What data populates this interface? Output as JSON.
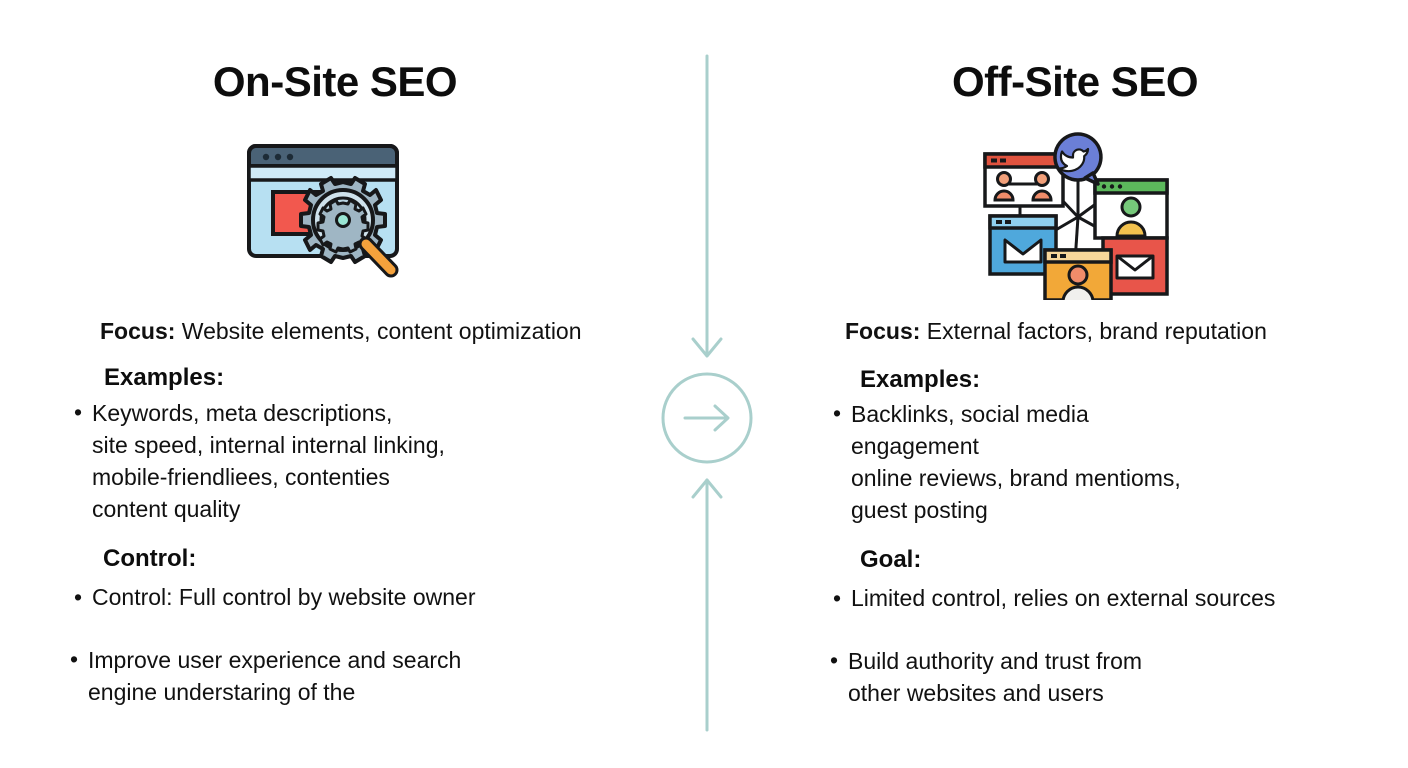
{
  "left_column": {
    "title": "On-Site SEO",
    "icon": "browser-gear-magnifier-icon",
    "focus_label": "Focus:",
    "focus_value": "Website elements, content optimization",
    "examples_label": "Examples:",
    "examples_text": "Keywords,          meta descriptions,\nsite speed, internal internal linking,\nmobile-friendliees, contenties\ncontent quality",
    "control_label": "Control:",
    "control_text": "Control: Full control by website owner",
    "outcome_text": "Improve user experience and search\nengine understaring of the",
    "bullet_glyph": "•"
  },
  "right_column": {
    "title": "Off-Site SEO",
    "icon": "social-network-windows-icon",
    "focus_label": "Focus:",
    "focus_value": "External factors, brand reputation",
    "examples_label": "Examples:",
    "examples_text": "Backlinks, social media\nengagement\nonline reviews, brand mentioms,\nguest posting",
    "goal_label": "Goal:",
    "goal_text": "Limited control, relies on external sources",
    "outcome_text": "Build authority and trust from\nother websites and users",
    "bullet_glyph": "•"
  },
  "center_connector": {
    "icon": "circular-right-arrow-icon",
    "down_arrow": "arrow-down-icon",
    "up_arrow": "arrow-up-icon",
    "line_color": "#a9cfcc"
  },
  "colors": {
    "background": "#ffffff",
    "text": "#111111",
    "heading": "#0d0d0d",
    "connector": "#a9cfcc",
    "icon_outline": "#1a1a1a",
    "browser_bar": "#4a6276",
    "browser_body": "#b7e0f2",
    "accent_red": "#f05a4f",
    "accent_orange": "#f5a03c",
    "accent_gear": "#9db2bf",
    "accent_blue": "#4fa8dc",
    "accent_green": "#5cb85c",
    "accent_twitter": "#6b7fd7",
    "accent_yellow": "#f2c14e"
  }
}
